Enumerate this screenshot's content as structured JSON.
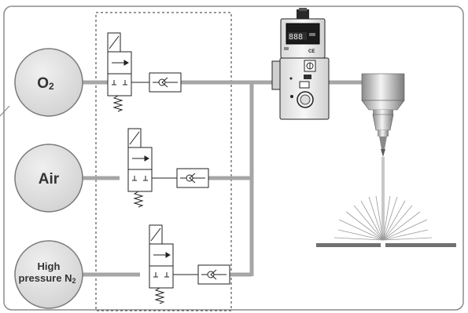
{
  "sources": [
    {
      "id": "o2",
      "label": "O",
      "sub": "2"
    },
    {
      "id": "air",
      "label": "Air",
      "sub": ""
    },
    {
      "id": "n2",
      "line1": "High",
      "label": "pressure N",
      "sub": "2"
    }
  ],
  "regulator": {
    "display": "888",
    "mark": "CE"
  },
  "colors": {
    "pipe": "#a6a6a6",
    "source_fill": "#e2e2e2",
    "source_stroke": "#7a7a7a",
    "frame": "#8c8c8c",
    "plate": "#707070",
    "beam": "#c8c8c8"
  }
}
